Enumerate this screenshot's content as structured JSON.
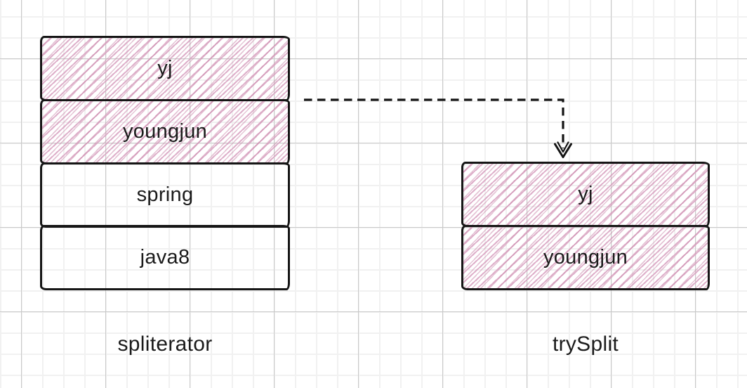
{
  "diagram": {
    "left_stack": {
      "label": "spliterator",
      "rows": [
        {
          "text": "yj",
          "hatched": true
        },
        {
          "text": "youngjun",
          "hatched": true
        },
        {
          "text": "spring",
          "hatched": false
        },
        {
          "text": "java8",
          "hatched": false
        }
      ]
    },
    "right_stack": {
      "label": "trySplit",
      "rows": [
        {
          "text": "yj",
          "hatched": true
        },
        {
          "text": "youngjun",
          "hatched": true
        }
      ]
    },
    "arrow": {
      "style": "dashed",
      "from": "spliterator-stack",
      "to": "trySplit-stack"
    },
    "colors": {
      "stroke": "#161616",
      "hatch_pink": "#d8a1c0",
      "grid_minor": "#f1f1f1",
      "grid_major": "#c9c9c9"
    }
  }
}
